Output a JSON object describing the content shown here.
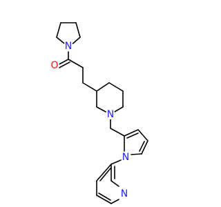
{
  "molecule": {
    "colors": {
      "bond": "#000000",
      "nitrogen": "#2020ff",
      "oxygen": "#ff0d0d",
      "background": "#ffffff"
    },
    "atoms": {
      "o1": {
        "label": "O",
        "element": "oxygen"
      },
      "n_pyrrolidine": {
        "label": "N",
        "element": "nitrogen"
      },
      "n_piperidine": {
        "label": "N",
        "element": "nitrogen"
      },
      "n_pyrrole": {
        "label": "N",
        "element": "nitrogen"
      },
      "n_pyridine": {
        "label": "N",
        "element": "nitrogen"
      }
    }
  }
}
